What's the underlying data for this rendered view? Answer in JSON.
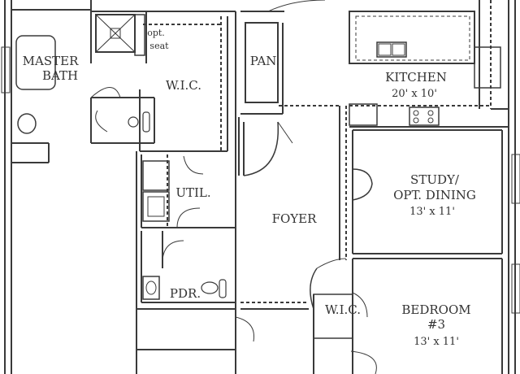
{
  "rooms": {
    "master_bath": {
      "line1": "MASTER",
      "line2": "BATH"
    },
    "opt_seat": {
      "line1": "opt.",
      "line2": "seat"
    },
    "wic_master": "W.I.C.",
    "pantry": "PAN.",
    "kitchen": {
      "name": "KITCHEN",
      "dims": "20' x 10'"
    },
    "util": "UTIL.",
    "foyer": "FOYER",
    "study": {
      "line1": "STUDY/",
      "line2": "OPT. DINING",
      "dims": "13' x 11'"
    },
    "powder": "PDR.",
    "wic_bed3": "W.I.C.",
    "bedroom3": {
      "line1": "BEDROOM",
      "line2": "#3",
      "dims": "13' x 11'"
    }
  },
  "colors": {
    "wall": "#3a3a3a",
    "line": "#444444",
    "background": "#ffffff"
  }
}
